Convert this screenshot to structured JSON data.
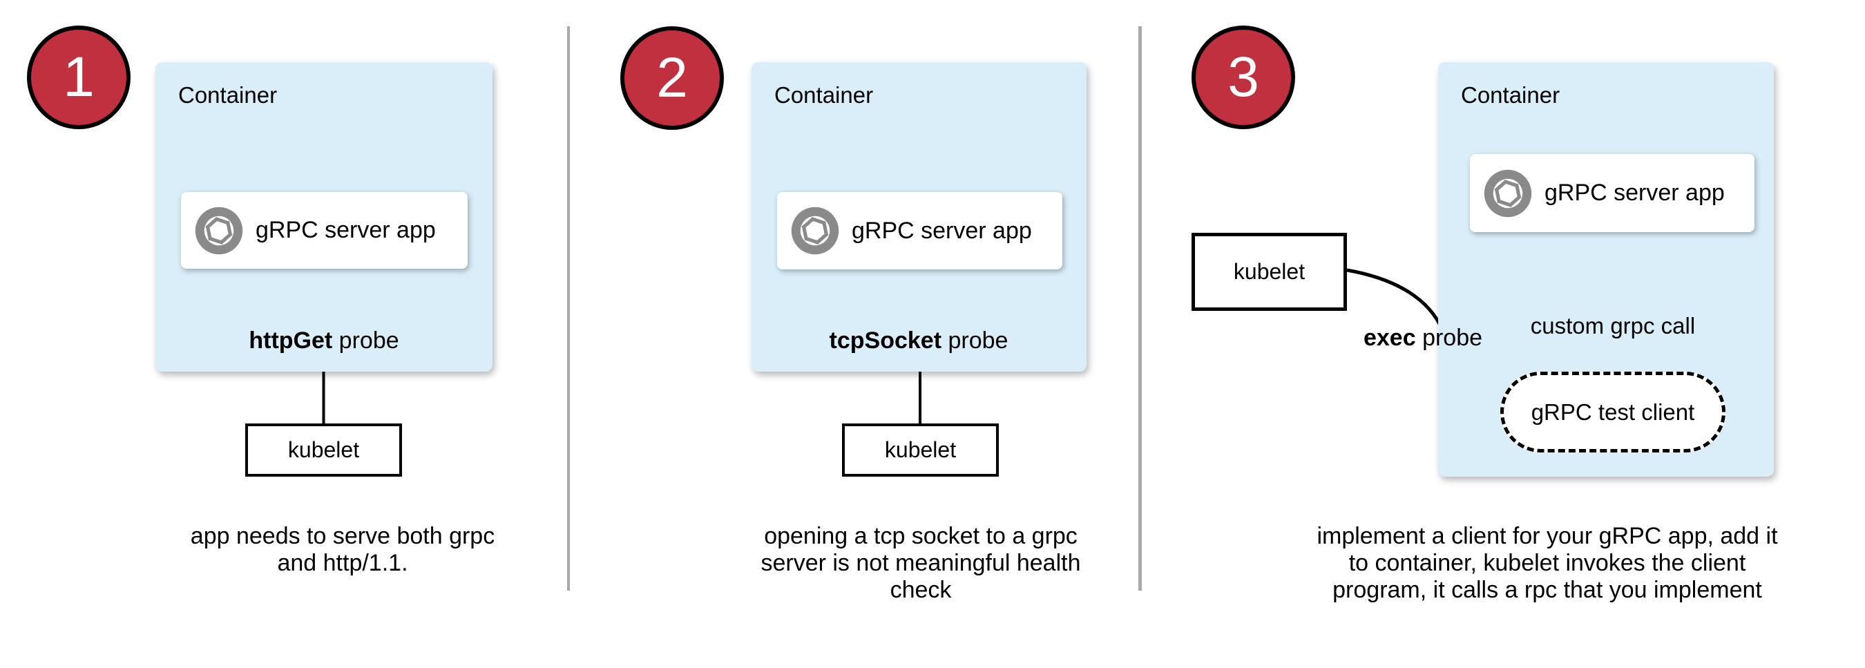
{
  "colors": {
    "container_fill": "#d9eef9",
    "badge_red": "#c1303e",
    "divider_gray": "#a9a9a9",
    "icon_gray": "#8a8a8a",
    "text": "#000000"
  },
  "icons": {
    "app_icon": "aperture-icon"
  },
  "panels": [
    {
      "badge": "1",
      "container_label": "Container",
      "app_label": "gRPC server app",
      "probe_keyword": "httpGet",
      "probe_suffix": " probe",
      "kubelet_label": "kubelet",
      "caption_lines": [
        "app needs to serve both grpc",
        "and http/1.1."
      ]
    },
    {
      "badge": "2",
      "container_label": "Container",
      "app_label": "gRPC server app",
      "probe_keyword": "tcpSocket",
      "probe_suffix": " probe",
      "kubelet_label": "kubelet",
      "caption_lines": [
        "opening a tcp socket to a grpc",
        "server is not meaningful health",
        "check"
      ]
    },
    {
      "badge": "3",
      "container_label": "Container",
      "app_label": "gRPC server app",
      "probe_keyword": "exec",
      "probe_suffix": " probe",
      "kubelet_label": "kubelet",
      "grpc_call_label": "custom grpc call",
      "test_client_label": "gRPC test client",
      "caption_lines": [
        "implement a client for your gRPC app, add it",
        "to container, kubelet invokes the client",
        "program, it calls a rpc that you implement"
      ]
    }
  ]
}
